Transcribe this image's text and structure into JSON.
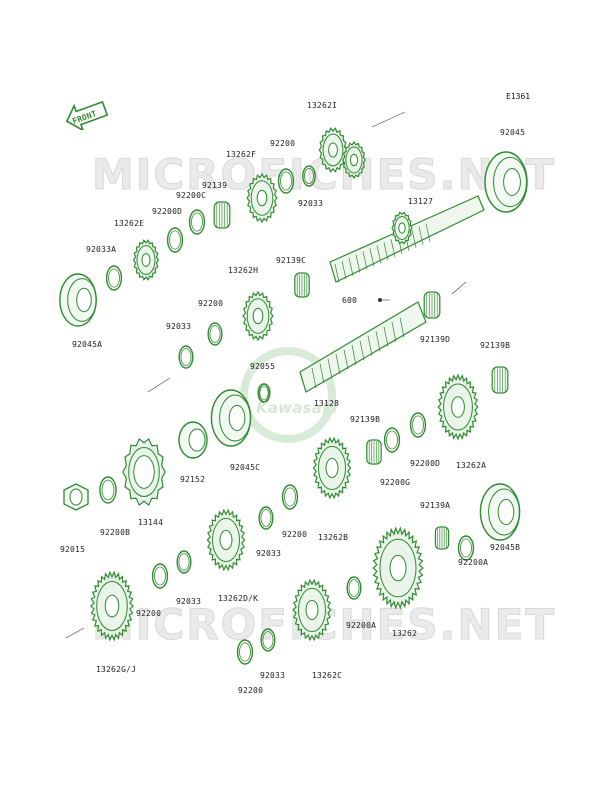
{
  "diagram_code": "E1361",
  "front_label": "FRONT",
  "watermark": "MICROFICHES.NET",
  "logo_text": "Kawasaki",
  "gear_color": "#2f8a2f",
  "parts": [
    {
      "id": "p1",
      "label": "13262I"
    },
    {
      "id": "p2",
      "label": "92045"
    },
    {
      "id": "p3",
      "label": "92200"
    },
    {
      "id": "p4",
      "label": "13262F"
    },
    {
      "id": "p5",
      "label": "92139"
    },
    {
      "id": "p6",
      "label": "92200C"
    },
    {
      "id": "p7",
      "label": "92033"
    },
    {
      "id": "p8",
      "label": "13127"
    },
    {
      "id": "p9",
      "label": "92200D"
    },
    {
      "id": "p10",
      "label": "13262E"
    },
    {
      "id": "p11",
      "label": "92033A"
    },
    {
      "id": "p12",
      "label": "92139C"
    },
    {
      "id": "p13",
      "label": "13262H"
    },
    {
      "id": "p14",
      "label": "600"
    },
    {
      "id": "p15",
      "label": "92200"
    },
    {
      "id": "p16",
      "label": "92045A"
    },
    {
      "id": "p17",
      "label": "92033"
    },
    {
      "id": "p18",
      "label": "92139D"
    },
    {
      "id": "p19",
      "label": "92139B"
    },
    {
      "id": "p20",
      "label": "92055"
    },
    {
      "id": "p21",
      "label": "13128"
    },
    {
      "id": "p22",
      "label": "92139B"
    },
    {
      "id": "p23",
      "label": "92200D"
    },
    {
      "id": "p24",
      "label": "13262A"
    },
    {
      "id": "p25",
      "label": "92152"
    },
    {
      "id": "p26",
      "label": "92045C"
    },
    {
      "id": "p27",
      "label": "92200G"
    },
    {
      "id": "p28",
      "label": "13144"
    },
    {
      "id": "p29",
      "label": "92200B"
    },
    {
      "id": "p30",
      "label": "92015"
    },
    {
      "id": "p31",
      "label": "92200"
    },
    {
      "id": "p32",
      "label": "13262B"
    },
    {
      "id": "p33",
      "label": "92139A"
    },
    {
      "id": "p34",
      "label": "92033"
    },
    {
      "id": "p35",
      "label": "92045B"
    },
    {
      "id": "p36",
      "label": "92200A"
    },
    {
      "id": "p37",
      "label": "13262D/K"
    },
    {
      "id": "p38",
      "label": "92033"
    },
    {
      "id": "p39",
      "label": "92200"
    },
    {
      "id": "p40",
      "label": "92200A"
    },
    {
      "id": "p41",
      "label": "13262"
    },
    {
      "id": "p42",
      "label": "13262G/J"
    },
    {
      "id": "p43",
      "label": "92033"
    },
    {
      "id": "p44",
      "label": "13262C"
    },
    {
      "id": "p45",
      "label": "92200"
    }
  ]
}
